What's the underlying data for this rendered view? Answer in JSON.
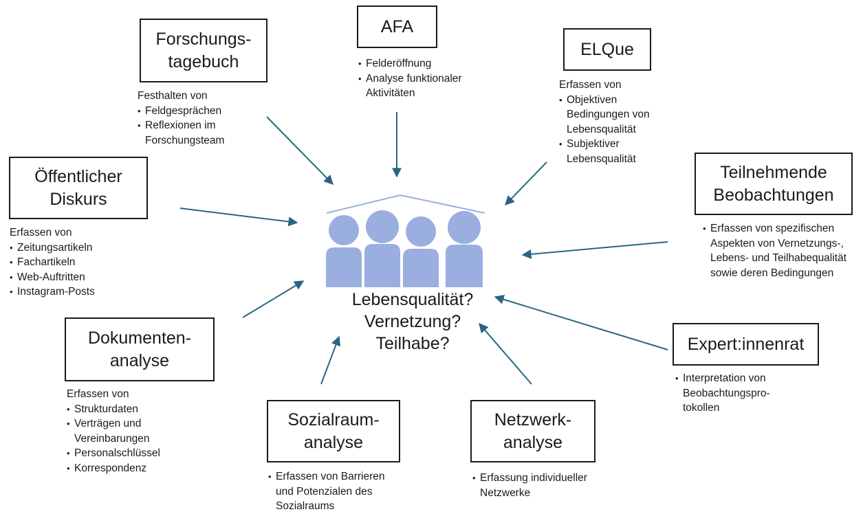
{
  "center": {
    "lines": [
      "Lebensqualität?",
      "Vernetzung?",
      "Teilhabe?"
    ]
  },
  "methods": [
    {
      "id": "forschungstagebuch",
      "title": [
        "Forschungs-",
        "tagebuch"
      ],
      "intro": "Festhalten von",
      "bullets": [
        "Feldgesprächen",
        "Reflexionen im Forschungsteam"
      ]
    },
    {
      "id": "afa",
      "title": [
        "AFA"
      ],
      "intro": "",
      "bullets": [
        "Felderöffnung",
        "Analyse funktionaler Aktivitäten"
      ]
    },
    {
      "id": "elque",
      "title": [
        "ELQue"
      ],
      "intro": "Erfassen von",
      "bullets": [
        "Objektiven Bedingungen von Lebensqualität",
        "Subjektiver Lebensqualität"
      ]
    },
    {
      "id": "oeffentlicher-diskurs",
      "title": [
        "Öffentlicher",
        "Diskurs"
      ],
      "intro": "Erfassen von",
      "bullets": [
        "Zeitungsartikeln",
        "Fachartikeln",
        "Web-Auftritten",
        "Instagram-Posts"
      ]
    },
    {
      "id": "teilnehmende-beobachtungen",
      "title": [
        "Teilnehmende",
        "Beobachtungen"
      ],
      "intro": "",
      "bullets": [
        "Erfassen von spezifischen Aspekten von Vernetzungs-, Lebens- und Teilhabequalität sowie deren Bedingungen"
      ]
    },
    {
      "id": "dokumentenanalyse",
      "title": [
        "Dokumenten-",
        "analyse"
      ],
      "intro": "Erfassen von",
      "bullets": [
        "Strukturdaten",
        "Verträgen und Vereinbarungen",
        "Personalschlüssel",
        "Korrespondenz"
      ]
    },
    {
      "id": "expertinnenrat",
      "title": [
        "Expert:innenrat"
      ],
      "intro": "",
      "bullets": [
        "Interpretation von Beobachtungspro-tokollen"
      ]
    },
    {
      "id": "sozialraumanalyse",
      "title": [
        "Sozialraum-",
        "analyse"
      ],
      "intro": "",
      "bullets": [
        "Erfassen von Barrieren und Potenzialen des Sozialraums"
      ]
    },
    {
      "id": "netzwerkanalyse",
      "title": [
        "Netzwerk-",
        "analyse"
      ],
      "intro": "",
      "bullets": [
        "Erfassung individueller Netzwerke"
      ]
    }
  ],
  "colors": {
    "arrow": "#2a6482",
    "people": "#9aaee0",
    "roof": "#9aaee0",
    "border": "#1a1a1a"
  }
}
